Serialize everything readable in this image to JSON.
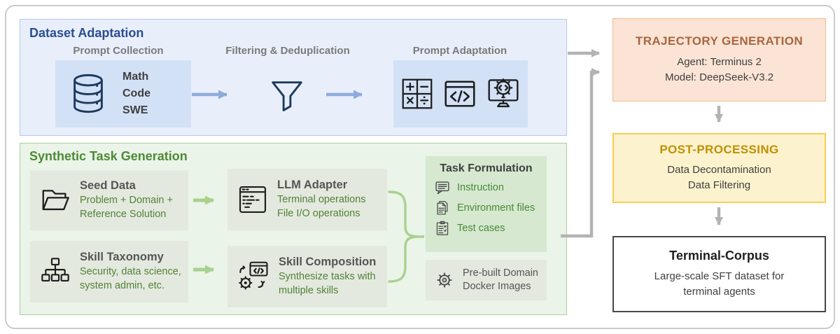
{
  "dataset_adaptation": {
    "title": "Dataset Adaptation",
    "prompt_collection": {
      "label": "Prompt Collection",
      "items": [
        "Math",
        "Code",
        "SWE"
      ],
      "icon": "database-icon"
    },
    "filtering": {
      "label": "Filtering & Deduplication",
      "icon": "funnel-icon"
    },
    "prompt_adaptation": {
      "label": "Prompt Adaptation",
      "icons": [
        "math-grid-icon",
        "code-window-icon",
        "monitor-gear-icon"
      ]
    }
  },
  "synthetic_task_generation": {
    "title": "Synthetic Task Generation",
    "seed_data": {
      "title": "Seed Data",
      "line1": "Problem + Domain +",
      "line2": "Reference Solution",
      "icon": "folder-icon"
    },
    "skill_taxonomy": {
      "title": "Skill Taxonomy",
      "line1": "Security, data science,",
      "line2": "system admin, etc.",
      "icon": "taxonomy-icon"
    },
    "llm_adapter": {
      "title": "LLM Adapter",
      "line1": "Terminal operations",
      "line2": "File I/O operations",
      "icon": "terminal-window-icon"
    },
    "skill_composition": {
      "title": "Skill Composition",
      "line1": "Synthesize tasks with",
      "line2": "multiple skills",
      "icon": "gear-code-icon"
    },
    "task_formulation": {
      "title": "Task Formulation",
      "items": [
        "Instruction",
        "Environment files",
        "Test cases"
      ],
      "item_icons": [
        "speech-bubble-icon",
        "documents-icon",
        "clipboard-icon"
      ]
    },
    "docker": {
      "line1": "Pre-built Domain",
      "line2": "Docker Images",
      "icon": "gear-icon"
    }
  },
  "trajectory_generation": {
    "title": "TRAJECTORY GENERATION",
    "agent": "Agent: Terminus 2",
    "model": "Model: DeepSeek-V3.2"
  },
  "post_processing": {
    "title": "POST-PROCESSING",
    "line1": "Data Decontamination",
    "line2": "Data Filtering"
  },
  "terminal_corpus": {
    "title": "Terminal-Corpus",
    "line1": "Large-scale SFT dataset for",
    "line2": "terminal agents"
  },
  "colors": {
    "dataset_box_fill": "#e9effa",
    "dataset_box_border": "#b5c8e8",
    "dataset_title": "#2a4d94",
    "synth_box_fill": "#ebf4e8",
    "synth_box_border": "#a8cf9c",
    "synth_title": "#4c8a35",
    "green_text": "#538135",
    "gray_label": "#7a7a7a",
    "trajectory_fill": "#fbe4d5",
    "trajectory_border": "#f2bb8e",
    "trajectory_title": "#a8653f",
    "post_fill": "#fdf2ce",
    "post_border": "#f8cf50",
    "post_title": "#bf9000",
    "corpus_border": "#474747",
    "blue_arrow": "#8faadc",
    "green_arrow": "#a9d18e",
    "gray_arrow": "#b3b3b3",
    "navy_icon": "#1e3a5f"
  }
}
